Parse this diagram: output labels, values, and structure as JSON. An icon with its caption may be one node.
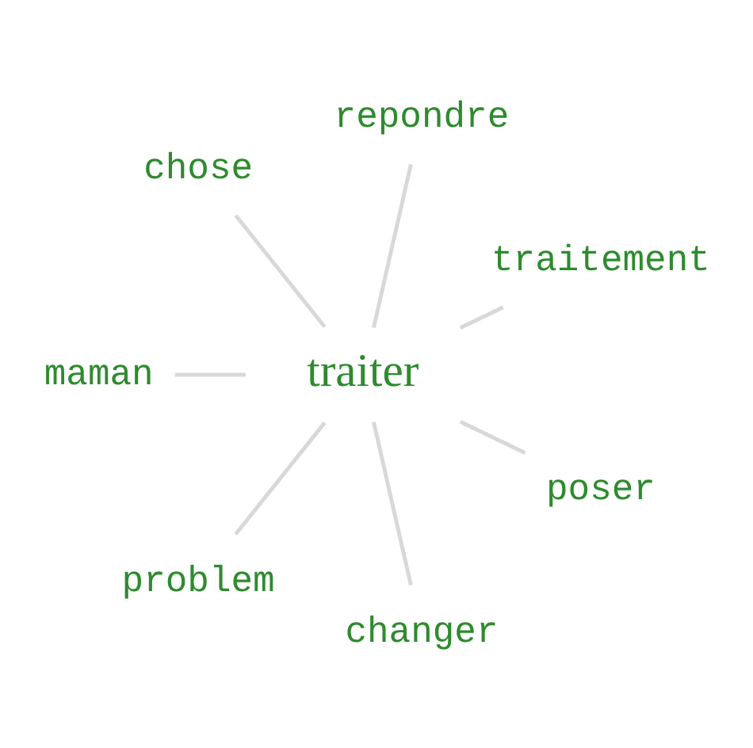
{
  "diagram": {
    "nodes": [
      {
        "text": [
          "traitement"
        ]
      },
      {
        "text": [
          "repondre"
        ]
      },
      {
        "text": [
          "chose"
        ]
      },
      {
        "text": [
          "traiter"
        ]
      },
      {
        "text": [
          "maman"
        ]
      },
      {
        "text": [
          "problem"
        ]
      },
      {
        "text": [
          "changer"
        ]
      },
      {
        "text": [
          "poser"
        ]
      }
    ],
    "edges": [
      {
        "from": 3,
        "to": 0,
        "arrow": "none"
      },
      {
        "from": 3,
        "to": 1,
        "arrow": "none"
      },
      {
        "from": 3,
        "to": 2,
        "arrow": "none"
      },
      {
        "from": 3,
        "to": 4,
        "arrow": "none"
      },
      {
        "from": 3,
        "to": 5,
        "arrow": "none"
      },
      {
        "from": 3,
        "to": 6,
        "arrow": "none"
      },
      {
        "from": 3,
        "to": 7,
        "arrow": "none"
      }
    ]
  }
}
